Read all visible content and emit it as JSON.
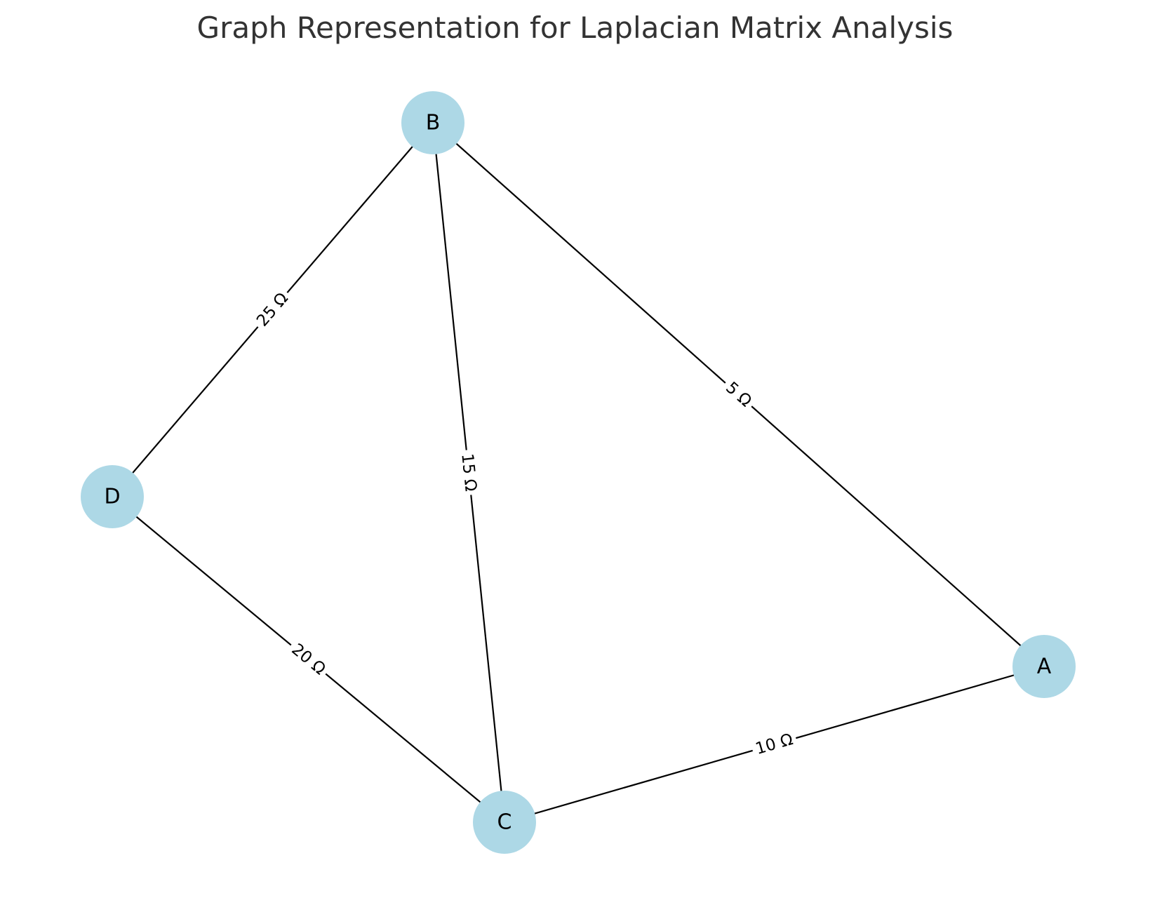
{
  "title": "Graph Representation for Laplacian Matrix Analysis",
  "colors": {
    "node_fill": "#add8e6",
    "edge": "#000000",
    "title": "#333333",
    "background": "#ffffff"
  },
  "nodes": [
    {
      "id": "A",
      "label": "A"
    },
    {
      "id": "B",
      "label": "B"
    },
    {
      "id": "C",
      "label": "C"
    },
    {
      "id": "D",
      "label": "D"
    }
  ],
  "edges": [
    {
      "source": "B",
      "target": "A",
      "label": "5 Ω"
    },
    {
      "source": "A",
      "target": "C",
      "label": "10 Ω"
    },
    {
      "source": "B",
      "target": "C",
      "label": "15 Ω"
    },
    {
      "source": "D",
      "target": "C",
      "label": "20 Ω"
    },
    {
      "source": "B",
      "target": "D",
      "label": "25 Ω"
    }
  ]
}
